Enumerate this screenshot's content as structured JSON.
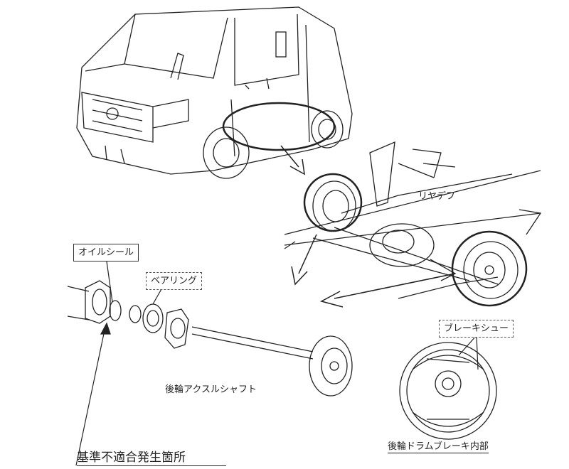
{
  "labels": {
    "oil_seal": "オイルシール",
    "bearing": "ベアリング",
    "rear_diff": "リヤデフ",
    "brake_shoe": "ブレーキシュー",
    "rear_axle_shaft": "後輪アクスルシャフト",
    "rear_drum_brake_inside": "後輪ドラムブレーキ内部",
    "nonconformity_location": "基準不適合発生箇所"
  },
  "colors": {
    "line": "#222222",
    "background": "#ffffff"
  }
}
